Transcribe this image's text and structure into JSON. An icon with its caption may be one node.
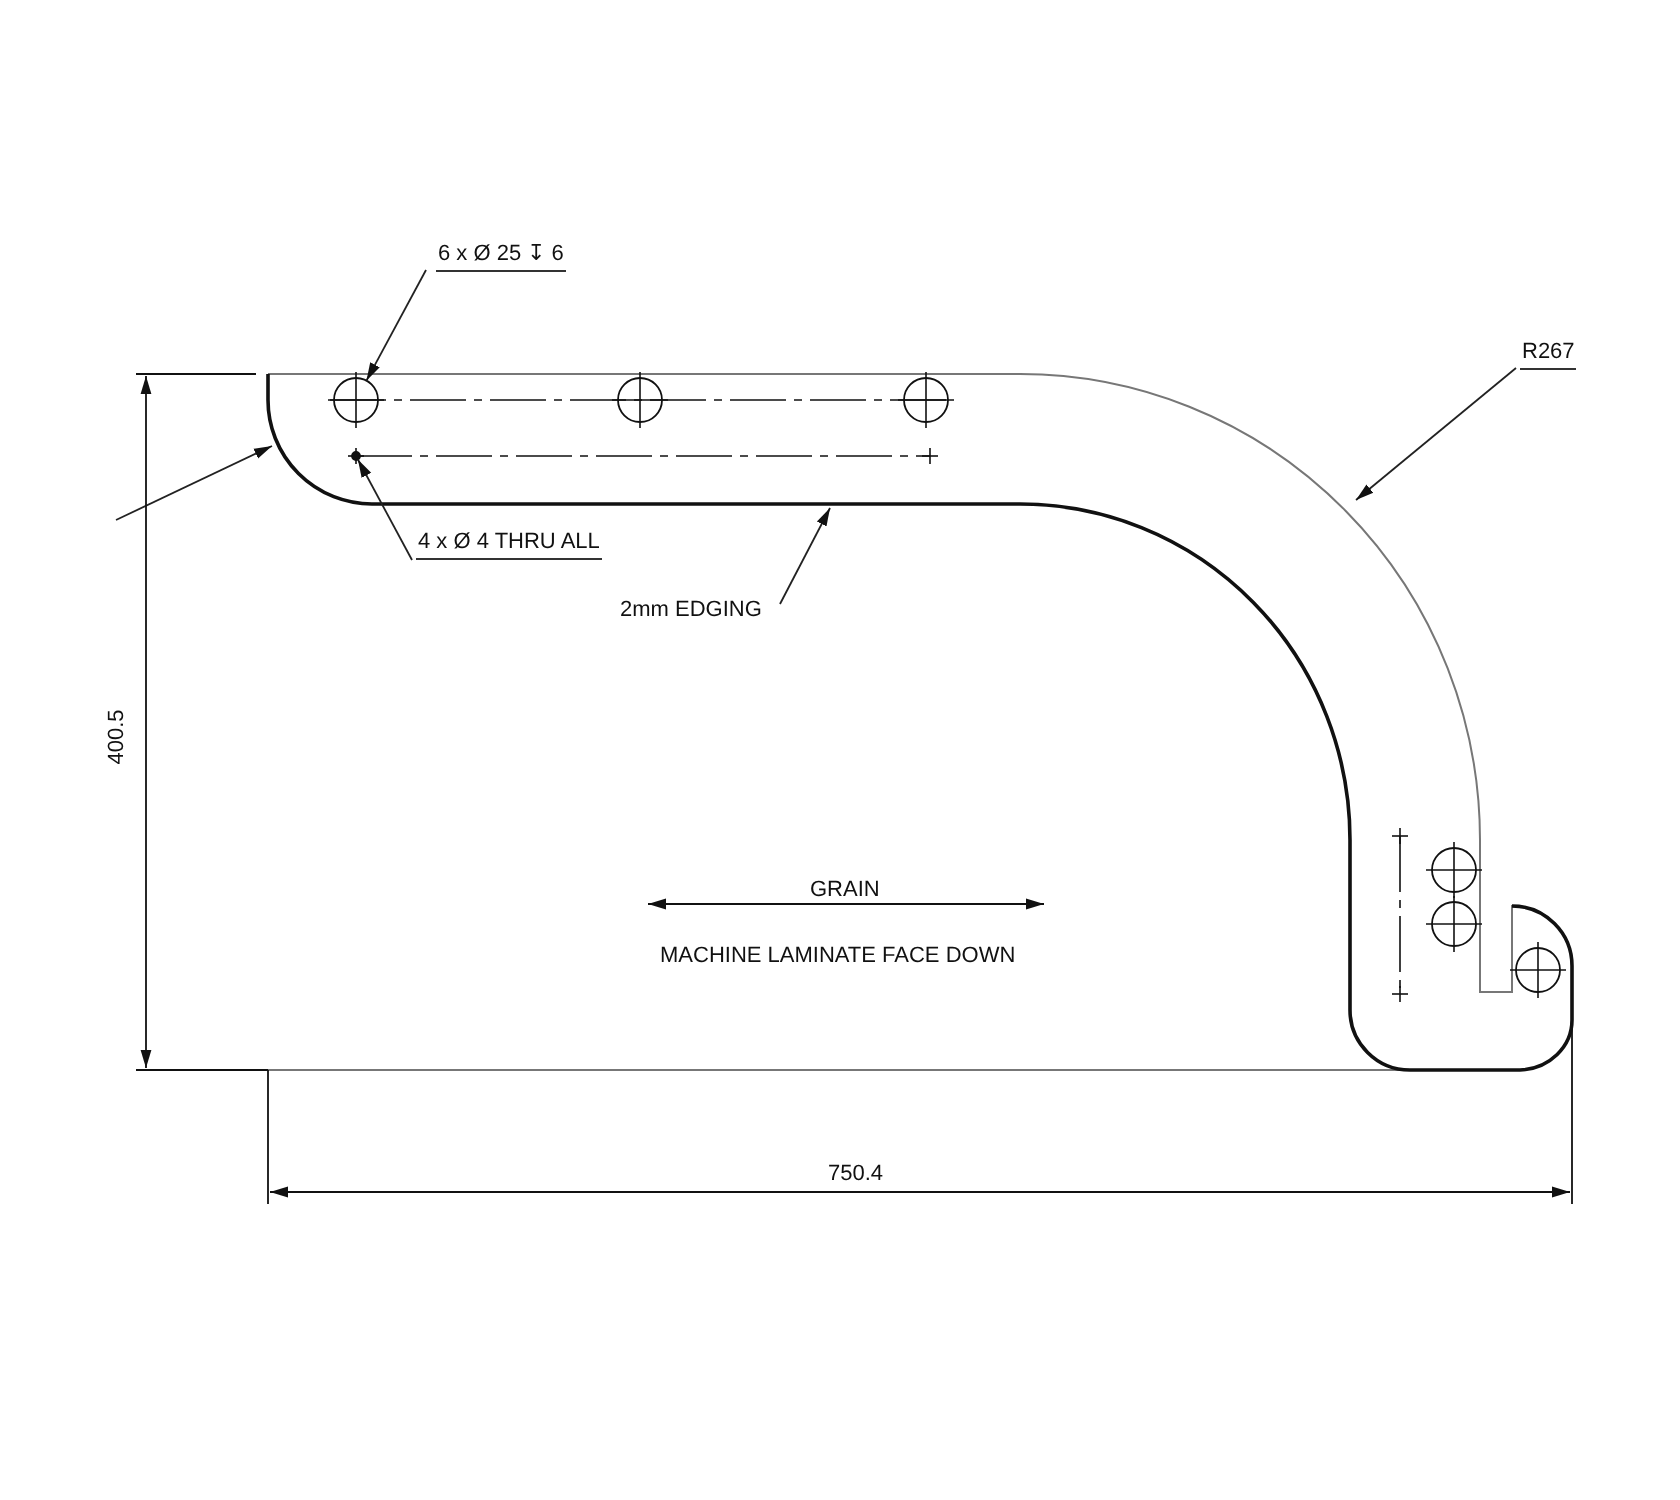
{
  "diagram": {
    "nodes": [
      {
        "text": [
          "6 x Ø 25 ↧ 6"
        ]
      },
      {
        "text": [],
        "shape": "circle"
      },
      {
        "text": [
          "4 x Ø 4 THRU ALL"
        ]
      },
      {
        "text": [],
        "shape": "circle"
      },
      {
        "text": [
          "2mm EDGING"
        ]
      },
      {
        "text": [
          "R267"
        ]
      }
    ],
    "edges": [
      {
        "from": 0,
        "to": 1,
        "arrow": "to"
      },
      {
        "from": 2,
        "to": 3,
        "arrow": "to"
      },
      {
        "from": 4,
        "to": null,
        "arrow": "to"
      },
      {
        "from": 5,
        "to": null,
        "arrow": "to"
      }
    ],
    "labels": [
      "400.5",
      "750.4",
      "GRAIN",
      "MACHINE LAMINATE FACE DOWN"
    ]
  }
}
